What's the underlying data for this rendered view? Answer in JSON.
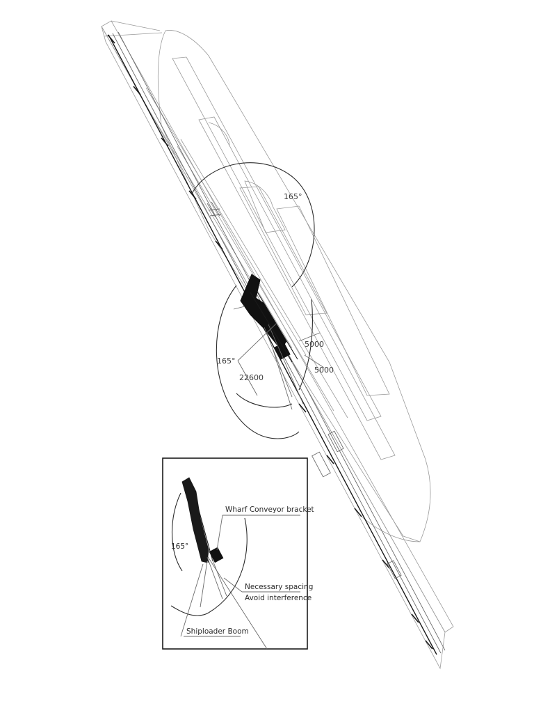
{
  "dimensions": {
    "angle_upper": "165°",
    "angle_left": "165°",
    "length": "22600",
    "offset_1": "5000",
    "offset_2": "5000"
  },
  "inset": {
    "angle": "165°",
    "labels": {
      "bracket": "Wharf Conveyor bracket",
      "spacing": "Necessary spacing",
      "interference": "Avoid interference",
      "boom": "Shiploader Boom"
    }
  }
}
